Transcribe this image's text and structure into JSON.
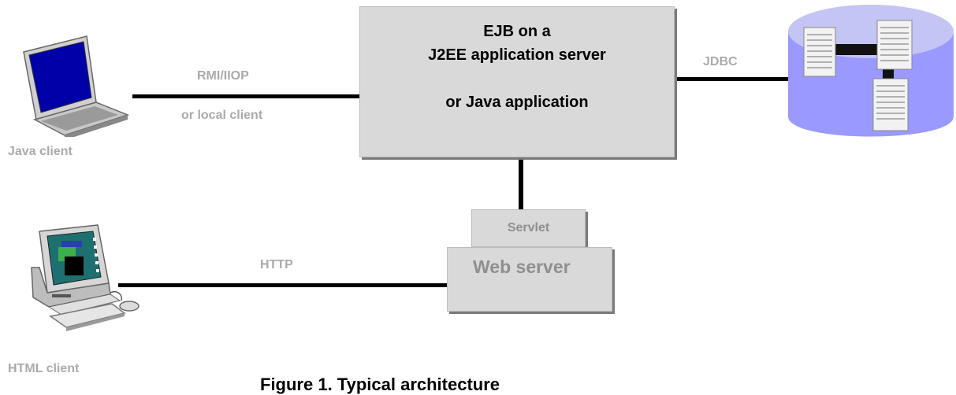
{
  "server_box": {
    "line1": "EJB on a",
    "line2": "J2EE application server",
    "line3": "or Java application"
  },
  "web_server": {
    "label": "Web server",
    "servlet_label": "Servlet"
  },
  "connections": {
    "rmi_label": "RMI/IIOP",
    "local_label": "or local client",
    "jdbc_label": "JDBC",
    "http_label": "HTTP"
  },
  "clients": {
    "java_client": "Java client",
    "html_client": "HTML client"
  },
  "caption": "Figure 1.  Typical architecture"
}
